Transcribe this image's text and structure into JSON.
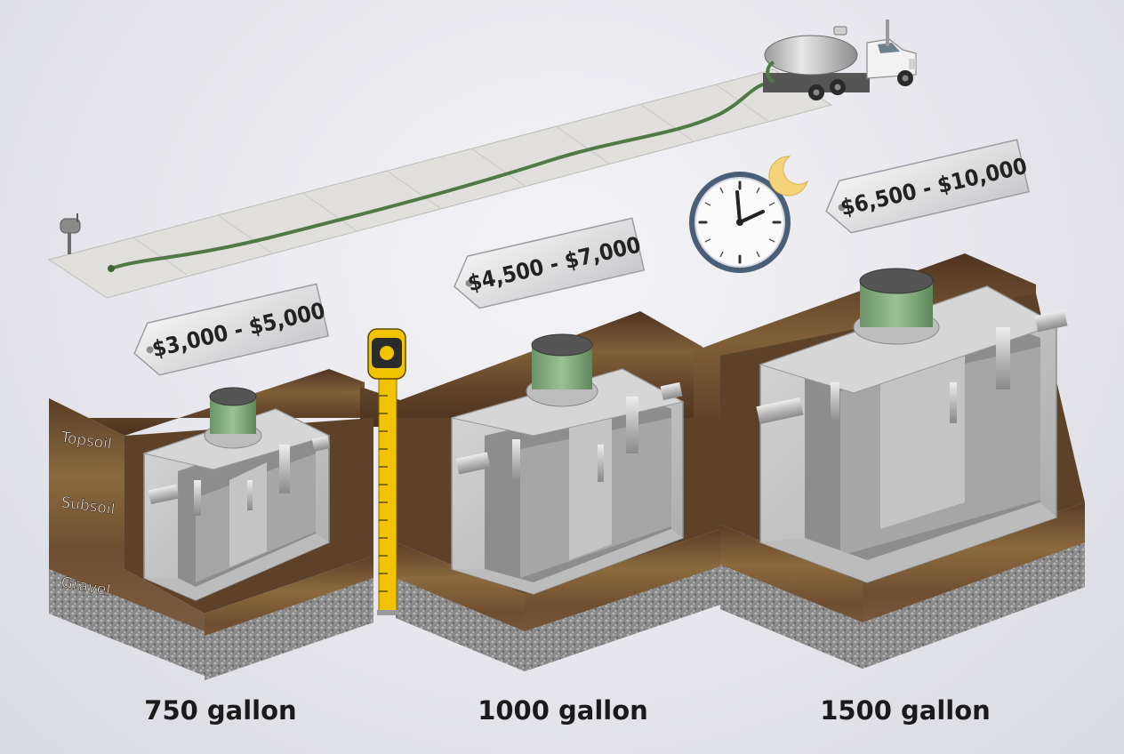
{
  "soil_layers": [
    "Topsoil",
    "Subsoil",
    "Gravel"
  ],
  "tanks": [
    {
      "capacity": "750 gallon",
      "price": "$3,000 - $5,000"
    },
    {
      "capacity": "1000 gallon",
      "price": "$4,500 - $7,000"
    },
    {
      "capacity": "1500 gallon",
      "price": "$6,500 - $10,000"
    }
  ],
  "icons": [
    "pump-truck-icon",
    "mailbox-icon",
    "clock-icon",
    "moon-icon",
    "tape-measure-icon"
  ],
  "colors": {
    "concrete": "#c9c9c9",
    "riser_green": "#7ea37a",
    "hose_green": "#4f7a45",
    "tape_yellow": "#f2c300"
  }
}
